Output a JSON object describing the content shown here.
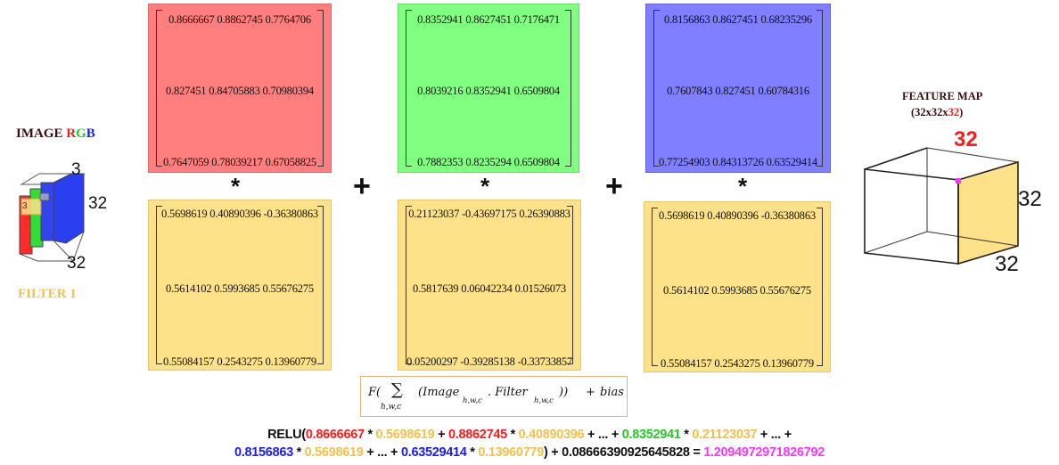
{
  "left": {
    "image_label": "IMAGE ",
    "image_label_r": "R",
    "image_label_g": "G",
    "image_label_b": "B",
    "depth": "3",
    "height": "32",
    "width": "32",
    "filter_label": "FILTER 1",
    "mini_label": "3"
  },
  "colors": {
    "red": "#ff7f7f",
    "green": "#80ff80",
    "blue": "#7f7fff",
    "filter": "#fde28a",
    "filter_border": "#e6c46a",
    "filter_text": "#f3c14a",
    "magenta": "#ff33ff",
    "feature_red": "#ff1a1a"
  },
  "red_matrix": {
    "rows": [
      "0.8666667  0.8862745  0.7764706",
      "0.827451  0.84705883  0.70980394",
      "0.7647059  0.78039217  0.67058825"
    ]
  },
  "green_matrix": {
    "rows": [
      "0.8352941  0.8627451  0.7176471",
      "0.8039216  0.8352941  0.6509804",
      "0.7882353  0.8235294  0.6509804"
    ]
  },
  "blue_matrix": {
    "rows": [
      "0.8156863  0.8627451  0.68235296",
      "0.7607843  0.827451  0.60784316",
      "0.77254903  0.84313726  0.63529414"
    ]
  },
  "filter_r": {
    "rows": [
      "0.5698619  0.40890396  -0.36380863",
      "0.5614102  0.5993685  0.55676275",
      "0.55084157  0.2543275  0.13960779"
    ]
  },
  "filter_g": {
    "rows": [
      "0.21123037  -0.43697175  0.26390883",
      "0.5817639  0.06042234  0.01526073",
      "0.05200297  -0.39285138  -0.33733857"
    ]
  },
  "filter_b": {
    "rows": [
      "0.5698619  0.40890396  -0.36380863",
      "0.5614102  0.5993685  0.55676275",
      "0.55084157  0.2543275  0.13960779"
    ]
  },
  "ops": {
    "mul": "*",
    "plus": "+"
  },
  "feature_map": {
    "title": "FEATURE MAP",
    "dims_prefix": "(32x32x",
    "dims_red": "32",
    "dims_suffix": ")",
    "top": "32",
    "side": "32",
    "bottom": "32"
  },
  "formula": {
    "f": "F(",
    "sum": "∑",
    "sub": "h,w,c",
    "image": "(Image",
    "dot": ". Filter",
    "close": "))",
    "plus": "+",
    "bias": "bias"
  },
  "equation": {
    "line1": [
      {
        "t": "RELU(",
        "c": "#111111"
      },
      {
        "t": "0.8666667",
        "c": "#ff1a1a"
      },
      {
        "t": " * ",
        "c": "#111111"
      },
      {
        "t": "0.5698619",
        "c": "#f3c14a"
      },
      {
        "t": " + ",
        "c": "#111111"
      },
      {
        "t": "0.8862745",
        "c": "#ff1a1a"
      },
      {
        "t": " * ",
        "c": "#111111"
      },
      {
        "t": "0.40890396",
        "c": "#f3c14a"
      },
      {
        "t": " + ... + ",
        "c": "#111111"
      },
      {
        "t": "0.8352941",
        "c": "#22cc22"
      },
      {
        "t": " * ",
        "c": "#111111"
      },
      {
        "t": "0.21123037",
        "c": "#f3c14a"
      },
      {
        "t": " + ... +",
        "c": "#111111"
      }
    ],
    "line2": [
      {
        "t": "0.8156863",
        "c": "#1a1aff"
      },
      {
        "t": " * ",
        "c": "#111111"
      },
      {
        "t": "0.5698619",
        "c": "#f3c14a"
      },
      {
        "t": " + ... + ",
        "c": "#111111"
      },
      {
        "t": "0.63529414",
        "c": "#1a1aff"
      },
      {
        "t": " * ",
        "c": "#111111"
      },
      {
        "t": "0.13960779",
        "c": "#f3c14a"
      },
      {
        "t": ") + 0.08666390925645828 = ",
        "c": "#111111"
      },
      {
        "t": "1.2094972971826792",
        "c": "#ff33ff"
      }
    ]
  }
}
